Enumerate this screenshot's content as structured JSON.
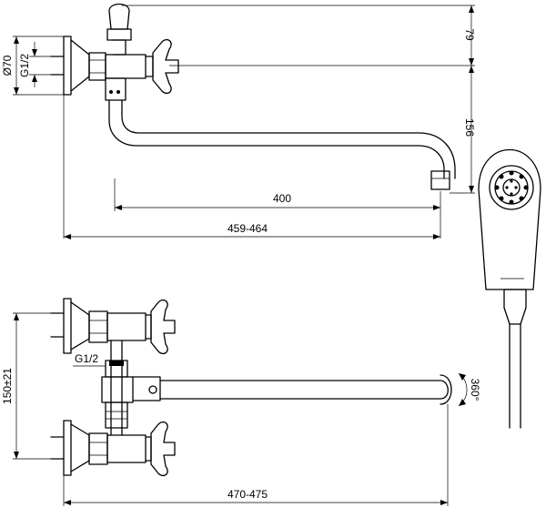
{
  "dimensions": {
    "height_top": "79",
    "height_spout": "156",
    "spout_reach": "400",
    "total_reach": "459-464",
    "flange_diameter": "Ø70",
    "thread_top": "G1/2",
    "thread_bottom": "G1/2",
    "center_distance": "150±21",
    "total_reach_bottom": "470-475",
    "rotation": "360°"
  }
}
